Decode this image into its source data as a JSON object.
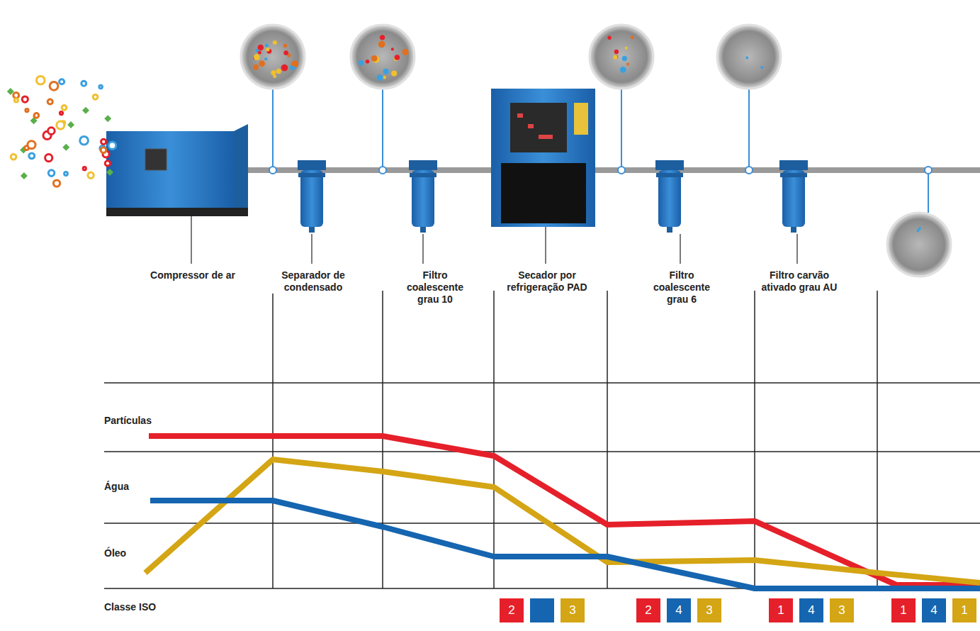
{
  "diagram": {
    "nodes": [
      {
        "text": [
          "2"
        ]
      },
      {
        "text": [
          "3"
        ]
      },
      {
        "text": [
          "2"
        ]
      },
      {
        "text": [
          "4"
        ]
      },
      {
        "text": [
          "3"
        ]
      },
      {
        "text": [
          "1"
        ]
      },
      {
        "text": [
          "4"
        ]
      },
      {
        "text": [
          "3"
        ]
      },
      {
        "text": [
          "1"
        ]
      },
      {
        "text": [
          "4"
        ]
      },
      {
        "text": [
          "1"
        ]
      }
    ],
    "labels": [
      "Compressor de ar",
      "Separador de condensado",
      "Filtro coalescente grau 10",
      "Secador por refrigeração PAD",
      "Filtro coalescente grau 6",
      "Filtro carvão ativado grau AU",
      "Partículas",
      "Água",
      "Óleo",
      "Classe ISO"
    ]
  }
}
